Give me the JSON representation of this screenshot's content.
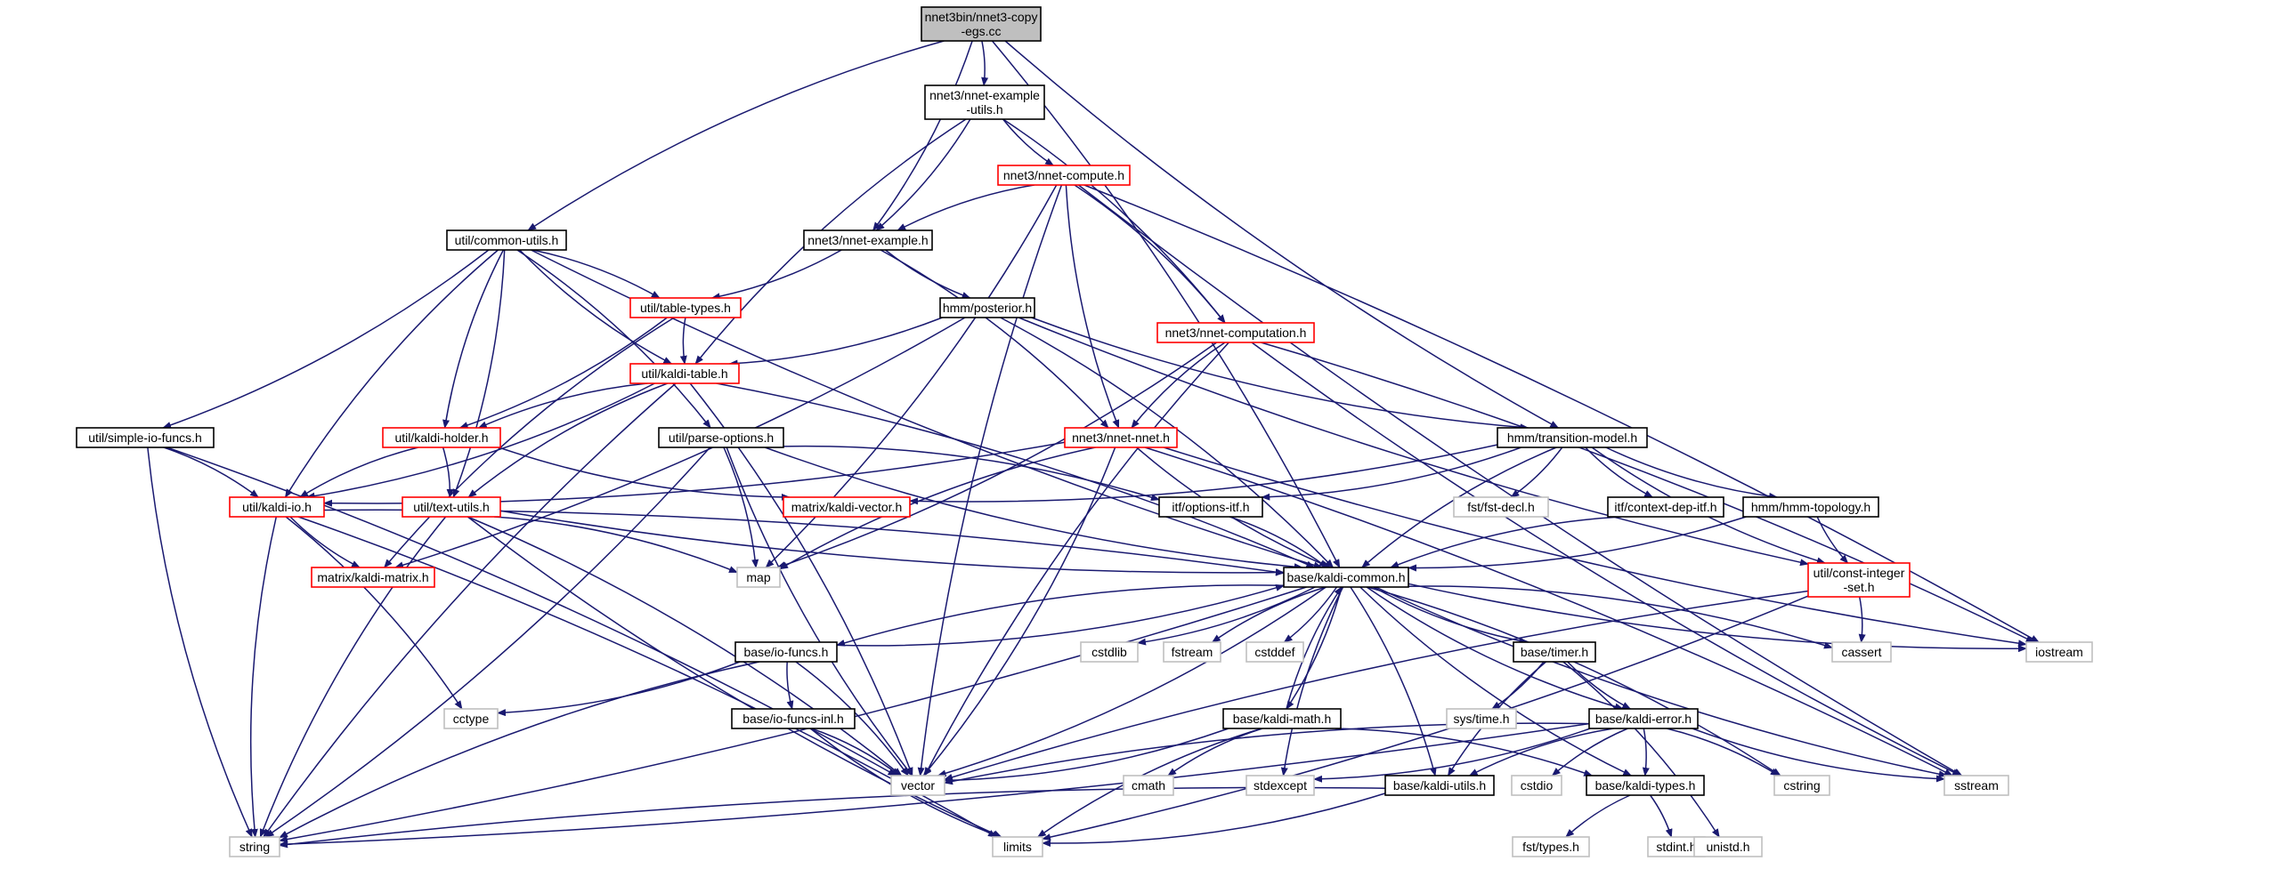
{
  "graph": {
    "nodes": [
      {
        "id": "root",
        "lines": [
          "nnet3bin/nnet3-copy",
          "-egs.cc"
        ],
        "kind": "root"
      },
      {
        "id": "nnet-example-utils",
        "lines": [
          "nnet3/nnet-example",
          "-utils.h"
        ],
        "kind": "normal"
      },
      {
        "id": "nnet-compute",
        "lines": [
          "nnet3/nnet-compute.h"
        ],
        "kind": "red"
      },
      {
        "id": "common-utils",
        "lines": [
          "util/common-utils.h"
        ],
        "kind": "normal"
      },
      {
        "id": "nnet-example",
        "lines": [
          "nnet3/nnet-example.h"
        ],
        "kind": "normal"
      },
      {
        "id": "table-types",
        "lines": [
          "util/table-types.h"
        ],
        "kind": "red"
      },
      {
        "id": "posterior",
        "lines": [
          "hmm/posterior.h"
        ],
        "kind": "normal"
      },
      {
        "id": "kaldi-table",
        "lines": [
          "util/kaldi-table.h"
        ],
        "kind": "red"
      },
      {
        "id": "nnet-computation",
        "lines": [
          "nnet3/nnet-computation.h"
        ],
        "kind": "red"
      },
      {
        "id": "simple-io-funcs",
        "lines": [
          "util/simple-io-funcs.h"
        ],
        "kind": "normal"
      },
      {
        "id": "kaldi-holder",
        "lines": [
          "util/kaldi-holder.h"
        ],
        "kind": "red"
      },
      {
        "id": "parse-options",
        "lines": [
          "util/parse-options.h"
        ],
        "kind": "normal"
      },
      {
        "id": "nnet-nnet",
        "lines": [
          "nnet3/nnet-nnet.h"
        ],
        "kind": "red"
      },
      {
        "id": "transition-model",
        "lines": [
          "hmm/transition-model.h"
        ],
        "kind": "normal"
      },
      {
        "id": "kaldi-io",
        "lines": [
          "util/kaldi-io.h"
        ],
        "kind": "red"
      },
      {
        "id": "text-utils",
        "lines": [
          "util/text-utils.h"
        ],
        "kind": "red"
      },
      {
        "id": "kaldi-vector",
        "lines": [
          "matrix/kaldi-vector.h"
        ],
        "kind": "red"
      },
      {
        "id": "options-itf",
        "lines": [
          "itf/options-itf.h"
        ],
        "kind": "normal"
      },
      {
        "id": "fst-decl",
        "lines": [
          "fst/fst-decl.h"
        ],
        "kind": "gray"
      },
      {
        "id": "context-dep-itf",
        "lines": [
          "itf/context-dep-itf.h"
        ],
        "kind": "normal"
      },
      {
        "id": "hmm-topology",
        "lines": [
          "hmm/hmm-topology.h"
        ],
        "kind": "normal"
      },
      {
        "id": "kaldi-matrix",
        "lines": [
          "matrix/kaldi-matrix.h"
        ],
        "kind": "red"
      },
      {
        "id": "map",
        "lines": [
          "map"
        ],
        "kind": "gray"
      },
      {
        "id": "kaldi-common",
        "lines": [
          "base/kaldi-common.h"
        ],
        "kind": "normal"
      },
      {
        "id": "const-integer-set",
        "lines": [
          "util/const-integer",
          "-set.h"
        ],
        "kind": "red"
      },
      {
        "id": "io-funcs",
        "lines": [
          "base/io-funcs.h"
        ],
        "kind": "normal"
      },
      {
        "id": "cstdlib",
        "lines": [
          "cstdlib"
        ],
        "kind": "gray"
      },
      {
        "id": "fstream",
        "lines": [
          "fstream"
        ],
        "kind": "gray"
      },
      {
        "id": "cstddef",
        "lines": [
          "cstddef"
        ],
        "kind": "gray"
      },
      {
        "id": "timer",
        "lines": [
          "base/timer.h"
        ],
        "kind": "normal"
      },
      {
        "id": "cassert",
        "lines": [
          "cassert"
        ],
        "kind": "gray"
      },
      {
        "id": "iostream",
        "lines": [
          "iostream"
        ],
        "kind": "gray"
      },
      {
        "id": "cctype",
        "lines": [
          "cctype"
        ],
        "kind": "gray"
      },
      {
        "id": "io-funcs-inl",
        "lines": [
          "base/io-funcs-inl.h"
        ],
        "kind": "normal"
      },
      {
        "id": "kaldi-math",
        "lines": [
          "base/kaldi-math.h"
        ],
        "kind": "normal"
      },
      {
        "id": "systime",
        "lines": [
          "sys/time.h"
        ],
        "kind": "gray"
      },
      {
        "id": "kaldi-error",
        "lines": [
          "base/kaldi-error.h"
        ],
        "kind": "normal"
      },
      {
        "id": "vector",
        "lines": [
          "vector"
        ],
        "kind": "gray"
      },
      {
        "id": "cmath",
        "lines": [
          "cmath"
        ],
        "kind": "gray"
      },
      {
        "id": "stdexcept",
        "lines": [
          "stdexcept"
        ],
        "kind": "gray"
      },
      {
        "id": "kaldi-utils",
        "lines": [
          "base/kaldi-utils.h"
        ],
        "kind": "normal"
      },
      {
        "id": "cstdio",
        "lines": [
          "cstdio"
        ],
        "kind": "gray"
      },
      {
        "id": "kaldi-types",
        "lines": [
          "base/kaldi-types.h"
        ],
        "kind": "normal"
      },
      {
        "id": "cstring",
        "lines": [
          "cstring"
        ],
        "kind": "gray"
      },
      {
        "id": "sstream",
        "lines": [
          "sstream"
        ],
        "kind": "gray"
      },
      {
        "id": "string",
        "lines": [
          "string"
        ],
        "kind": "gray"
      },
      {
        "id": "limits",
        "lines": [
          "limits"
        ],
        "kind": "gray"
      },
      {
        "id": "fst-types",
        "lines": [
          "fst/types.h"
        ],
        "kind": "gray"
      },
      {
        "id": "stdint",
        "lines": [
          "stdint.h"
        ],
        "kind": "gray"
      },
      {
        "id": "unistd",
        "lines": [
          "unistd.h"
        ],
        "kind": "gray"
      }
    ],
    "edges": [
      [
        "root",
        "nnet-example-utils"
      ],
      [
        "root",
        "common-utils"
      ],
      [
        "root",
        "nnet-example"
      ],
      [
        "root",
        "transition-model"
      ],
      [
        "root",
        "kaldi-common"
      ],
      [
        "nnet-example-utils",
        "nnet-compute"
      ],
      [
        "nnet-example-utils",
        "nnet-example"
      ],
      [
        "nnet-example-utils",
        "kaldi-table"
      ],
      [
        "nnet-example-utils",
        "nnet-computation"
      ],
      [
        "nnet-compute",
        "nnet-example"
      ],
      [
        "nnet-compute",
        "nnet-computation"
      ],
      [
        "nnet-compute",
        "nnet-nnet"
      ],
      [
        "nnet-compute",
        "map"
      ],
      [
        "nnet-compute",
        "vector"
      ],
      [
        "nnet-compute",
        "iostream"
      ],
      [
        "nnet-compute",
        "sstream"
      ],
      [
        "common-utils",
        "table-types"
      ],
      [
        "common-utils",
        "kaldi-table"
      ],
      [
        "common-utils",
        "simple-io-funcs"
      ],
      [
        "common-utils",
        "kaldi-holder"
      ],
      [
        "common-utils",
        "parse-options"
      ],
      [
        "common-utils",
        "kaldi-io"
      ],
      [
        "common-utils",
        "text-utils"
      ],
      [
        "common-utils",
        "kaldi-common"
      ],
      [
        "nnet-example",
        "table-types"
      ],
      [
        "nnet-example",
        "posterior"
      ],
      [
        "nnet-example",
        "nnet-nnet"
      ],
      [
        "table-types",
        "kaldi-table"
      ],
      [
        "table-types",
        "kaldi-holder"
      ],
      [
        "table-types",
        "kaldi-matrix"
      ],
      [
        "posterior",
        "kaldi-table"
      ],
      [
        "posterior",
        "transition-model"
      ],
      [
        "posterior",
        "kaldi-common"
      ],
      [
        "posterior",
        "const-integer-set"
      ],
      [
        "posterior",
        "kaldi-matrix"
      ],
      [
        "kaldi-table",
        "kaldi-holder"
      ],
      [
        "kaldi-table",
        "kaldi-io"
      ],
      [
        "kaldi-table",
        "text-utils"
      ],
      [
        "kaldi-table",
        "kaldi-common"
      ],
      [
        "kaldi-table",
        "string"
      ],
      [
        "kaldi-table",
        "vector"
      ],
      [
        "nnet-computation",
        "nnet-nnet"
      ],
      [
        "nnet-computation",
        "map"
      ],
      [
        "nnet-computation",
        "vector"
      ],
      [
        "nnet-computation",
        "iostream"
      ],
      [
        "nnet-computation",
        "sstream"
      ],
      [
        "simple-io-funcs",
        "kaldi-io"
      ],
      [
        "simple-io-funcs",
        "string"
      ],
      [
        "simple-io-funcs",
        "vector"
      ],
      [
        "kaldi-holder",
        "kaldi-io"
      ],
      [
        "kaldi-holder",
        "text-utils"
      ],
      [
        "kaldi-holder",
        "kaldi-vector"
      ],
      [
        "parse-options",
        "options-itf"
      ],
      [
        "parse-options",
        "kaldi-common"
      ],
      [
        "parse-options",
        "map"
      ],
      [
        "parse-options",
        "vector"
      ],
      [
        "parse-options",
        "string"
      ],
      [
        "nnet-nnet",
        "kaldi-common"
      ],
      [
        "nnet-nnet",
        "kaldi-io"
      ],
      [
        "nnet-nnet",
        "map"
      ],
      [
        "nnet-nnet",
        "vector"
      ],
      [
        "nnet-nnet",
        "iostream"
      ],
      [
        "nnet-nnet",
        "sstream"
      ],
      [
        "transition-model",
        "kaldi-common"
      ],
      [
        "transition-model",
        "options-itf"
      ],
      [
        "transition-model",
        "context-dep-itf"
      ],
      [
        "transition-model",
        "fst-decl"
      ],
      [
        "transition-model",
        "hmm-topology"
      ],
      [
        "transition-model",
        "kaldi-vector"
      ],
      [
        "transition-model",
        "const-integer-set"
      ],
      [
        "kaldi-io",
        "kaldi-common"
      ],
      [
        "kaldi-io",
        "kaldi-matrix"
      ],
      [
        "kaldi-io",
        "cctype"
      ],
      [
        "kaldi-io",
        "string"
      ],
      [
        "kaldi-io",
        "limits"
      ],
      [
        "text-utils",
        "kaldi-common"
      ],
      [
        "text-utils",
        "map"
      ],
      [
        "text-utils",
        "string"
      ],
      [
        "text-utils",
        "vector"
      ],
      [
        "text-utils",
        "limits"
      ],
      [
        "options-itf",
        "kaldi-common"
      ],
      [
        "context-dep-itf",
        "kaldi-common"
      ],
      [
        "hmm-topology",
        "kaldi-common"
      ],
      [
        "hmm-topology",
        "const-integer-set"
      ],
      [
        "const-integer-set",
        "cassert"
      ],
      [
        "const-integer-set",
        "vector"
      ],
      [
        "const-integer-set",
        "limits"
      ],
      [
        "kaldi-common",
        "io-funcs"
      ],
      [
        "kaldi-common",
        "cstdlib"
      ],
      [
        "kaldi-common",
        "fstream"
      ],
      [
        "kaldi-common",
        "cstddef"
      ],
      [
        "kaldi-common",
        "timer"
      ],
      [
        "kaldi-common",
        "cassert"
      ],
      [
        "kaldi-common",
        "iostream"
      ],
      [
        "kaldi-common",
        "kaldi-math"
      ],
      [
        "kaldi-common",
        "kaldi-error"
      ],
      [
        "kaldi-common",
        "vector"
      ],
      [
        "kaldi-common",
        "stdexcept"
      ],
      [
        "kaldi-common",
        "kaldi-utils"
      ],
      [
        "kaldi-common",
        "kaldi-types"
      ],
      [
        "kaldi-common",
        "cstring"
      ],
      [
        "kaldi-common",
        "sstream"
      ],
      [
        "kaldi-common",
        "string"
      ],
      [
        "io-funcs",
        "kaldi-common"
      ],
      [
        "io-funcs",
        "cctype"
      ],
      [
        "io-funcs",
        "io-funcs-inl"
      ],
      [
        "io-funcs",
        "vector"
      ],
      [
        "io-funcs",
        "string"
      ],
      [
        "io-funcs-inl",
        "vector"
      ],
      [
        "io-funcs-inl",
        "limits"
      ],
      [
        "timer",
        "systime"
      ],
      [
        "timer",
        "kaldi-error"
      ],
      [
        "timer",
        "unistd"
      ],
      [
        "timer",
        "kaldi-utils"
      ],
      [
        "kaldi-math",
        "kaldi-common"
      ],
      [
        "kaldi-math",
        "cmath"
      ],
      [
        "kaldi-math",
        "vector"
      ],
      [
        "kaldi-math",
        "limits"
      ],
      [
        "kaldi-math",
        "kaldi-types"
      ],
      [
        "kaldi-error",
        "vector"
      ],
      [
        "kaldi-error",
        "stdexcept"
      ],
      [
        "kaldi-error",
        "cstdio"
      ],
      [
        "kaldi-error",
        "kaldi-types"
      ],
      [
        "kaldi-error",
        "kaldi-utils"
      ],
      [
        "kaldi-error",
        "cstring"
      ],
      [
        "kaldi-error",
        "sstream"
      ],
      [
        "kaldi-error",
        "string"
      ],
      [
        "kaldi-utils",
        "string"
      ],
      [
        "kaldi-utils",
        "limits"
      ],
      [
        "kaldi-types",
        "fst-types"
      ],
      [
        "kaldi-types",
        "stdint"
      ]
    ]
  }
}
